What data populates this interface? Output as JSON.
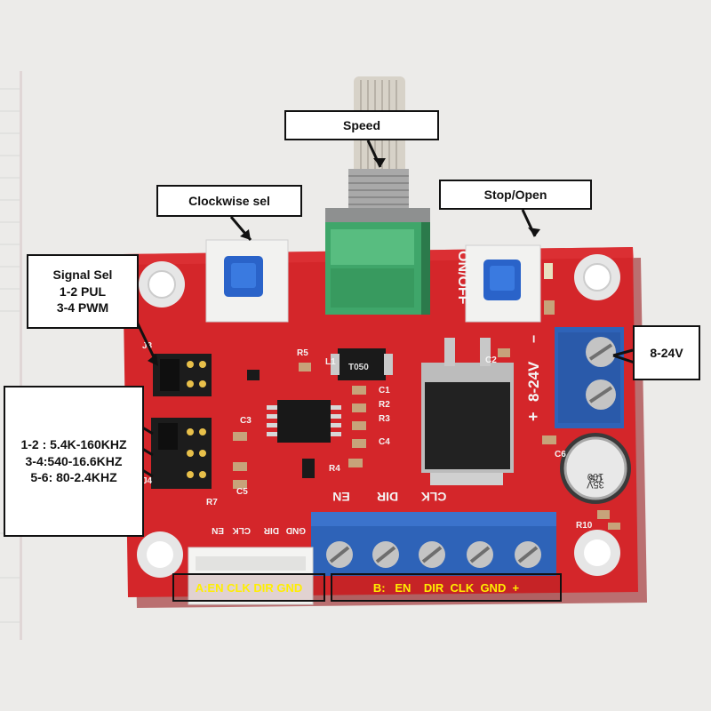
{
  "callouts": {
    "speed": "Speed",
    "clockwise_sel": "Clockwise sel",
    "stop_open": "Stop/Open",
    "signal_sel": [
      "Signal Sel",
      "1-2 PUL",
      "3-4 PWM"
    ],
    "voltage": "8-24V",
    "freq_ranges": [
      "1-2 : 5.4K-160KHZ",
      "3-4:540-16.6KHZ",
      "5-6: 80-2.4KHZ"
    ]
  },
  "pin_labels": {
    "a": "A:EN CLK DIR GND",
    "b": "B:   EN    DIR  CLK  GND  +"
  },
  "silkscreen": {
    "on_off": "ON/OFF",
    "voltage_vertical": "8-24V",
    "plus": "+",
    "minus": "−",
    "terminal_en": "EN",
    "terminal_dir": "DIR",
    "terminal_clk": "CLK",
    "header_en": "EN",
    "header_clk": "CLK",
    "header_dir": "DIR",
    "header_gnd": "GND",
    "cap_text": [
      "35V",
      "100",
      "CS"
    ],
    "ic_label": "T050",
    "refs": [
      "C1",
      "R2",
      "R3",
      "C4",
      "R4",
      "C5",
      "J3",
      "J4",
      "R7",
      "R10",
      "C6",
      "L1",
      "R5",
      "C3",
      "C2"
    ]
  },
  "colors": {
    "pcb": "#d4262a",
    "pcb_dark": "#a8161a",
    "terminal_blue": "#2e63b8",
    "button_blue": "#2a63c9",
    "pot_green": "#3fa66a",
    "callout_text_yellow": "#ffee00"
  }
}
